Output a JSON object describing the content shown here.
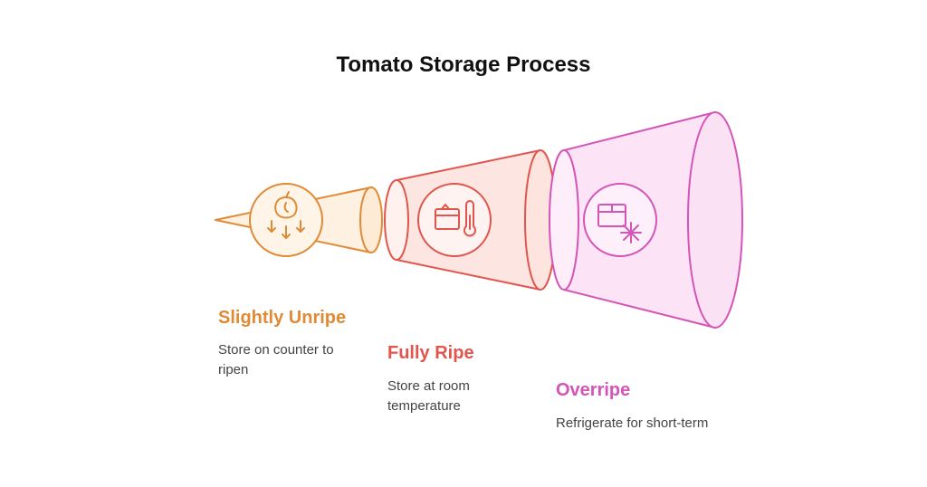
{
  "title": "Tomato Storage Process",
  "colors": {
    "stage1": "#E08A35",
    "stage2": "#E0564C",
    "stage3": "#D454B8"
  },
  "stages": [
    {
      "title": "Slightly Unripe",
      "description": "Store on counter to ripen",
      "icon": "tomato-drop-icon"
    },
    {
      "title": "Fully Ripe",
      "description": "Store at room temperature",
      "icon": "box-thermometer-icon"
    },
    {
      "title": "Overripe",
      "description": "Refrigerate for short-term",
      "icon": "box-snowflake-icon"
    }
  ]
}
